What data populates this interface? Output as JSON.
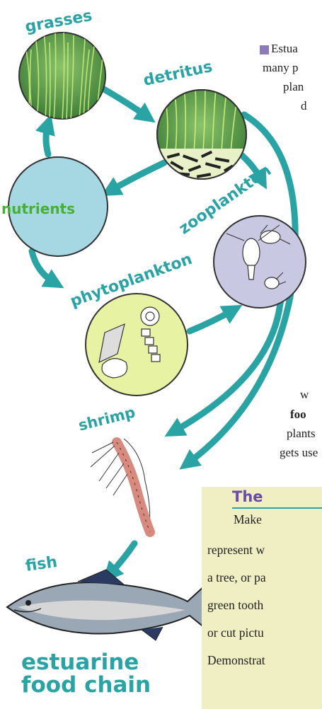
{
  "labels": {
    "grasses": "grasses",
    "detritus": "detritus",
    "nutrients": "nutrients",
    "zooplankton": "zooplankton",
    "phytoplankton": "phytoplankton",
    "shrimp": "shrimp",
    "fish": "fish"
  },
  "title": [
    "estuarine",
    "food chain"
  ],
  "body_text": {
    "line1_prefix": "Estua",
    "line2": "many p",
    "line3": "plan",
    "line4": "d",
    "line5": "w",
    "line6_bold": "foo",
    "line7": "plants",
    "line8": "gets use"
  },
  "activity_box": {
    "title": "The",
    "lines": [
      "Make",
      "represent w",
      "a tree, or pa",
      "green tooth",
      "or cut pictu",
      "Demonstrat"
    ]
  },
  "colors": {
    "teal": "#2aa3a5",
    "grass_green": "#5f9e4f",
    "nutrients_fill": "#a6d8e3",
    "zoo_fill": "#c9c8e2",
    "phyto_fill": "#e8f2a3",
    "box_fill": "#f0efc3",
    "bullet_purple": "#8d7ab8",
    "title_purple": "#6c4aa8"
  },
  "icons": [
    "square-bullet-icon",
    "sneaker-icon"
  ]
}
